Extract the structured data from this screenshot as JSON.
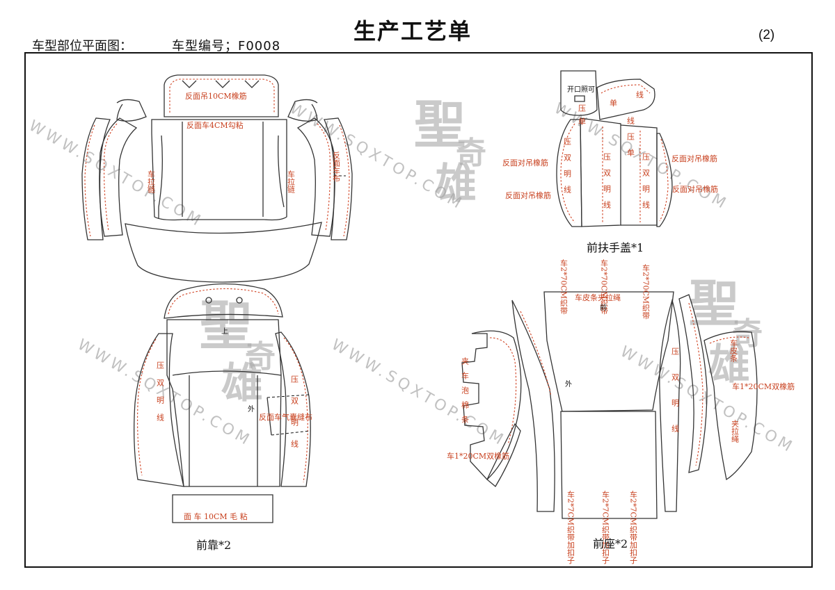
{
  "header": {
    "title": "生产工艺单",
    "meta_label": "车型部位平面图：",
    "model_number": "车型编号；F0008",
    "page_number": "(2)"
  },
  "watermark": {
    "url": "WWW.SQXTOP.COM",
    "logo_chars": [
      "聖",
      "奇",
      "雄"
    ]
  },
  "captions": {
    "front_back": "前靠*2",
    "front_armrest": "前扶手盖*1",
    "front_seat": "前座*2"
  },
  "annotations": {
    "fb_top_pull": "反面吊10CM橡筋",
    "fb_top_stitch": "反面车4CM勾粘",
    "fb_left_zip": "车拉链",
    "fb_right_zip": "车拉链",
    "fb_side_fabric": "反面车布",
    "fb_upper": "上",
    "fb_outer": "外",
    "fb_left_stitch": "压双明线",
    "fb_right_stitch": "压双明线",
    "fb_airbag": "反面车气囊缝布",
    "fb_bottom": "面 车 10CM 毛 粘",
    "ar_opening": "开口照可",
    "ar_top_single": "单",
    "ar_top_line": "线",
    "ar_mid_single": "压单",
    "ar_left_stitch": "压双明线",
    "ar_center_stitch": "压双明线",
    "ar_right_stitch": "压双明线",
    "ar_right_single": "线压单",
    "ar_left_pull1": "反面对吊橡筋",
    "ar_left_pull2": "反面对吊橡筋",
    "ar_right_pull1": "反面对吊橡筋",
    "ar_right_pull2": "反面对吊橡筋",
    "fs_top_band1": "车2*70CM织带",
    "fs_top_band2": "车2*70CM织带",
    "fs_top_band3": "车2*70CM织带",
    "fs_leather": "车皮条夹拉绳",
    "fs_front": "前",
    "fs_outer": "外",
    "fs_left_foam": "夹车泡棉条",
    "fs_left_elastic": "车1*20CM双橡筋",
    "fs_left_stitch": "压双明线",
    "fs_right_leather": "车皮条",
    "fs_right_elastic": "车1*20CM双橡筋",
    "fs_right_rope": "夹拉绳",
    "fs_bot_band1": "车2*7CM织带加扣子",
    "fs_bot_band2": "车2*7CM织带加扣子",
    "fs_bot_band3": "车2*7CM织带加扣子"
  }
}
